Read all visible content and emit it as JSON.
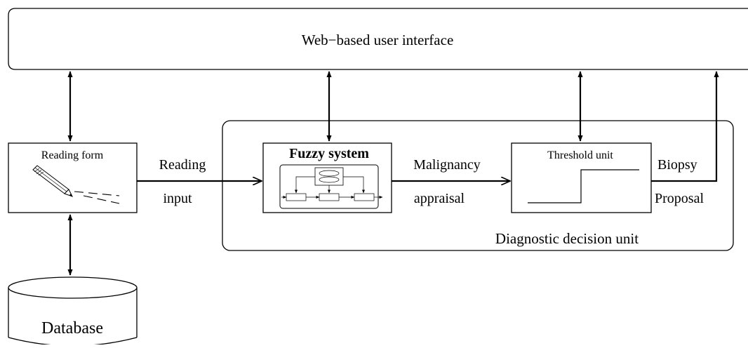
{
  "ui": {
    "title": "Web−based user interface"
  },
  "reading_form": {
    "title": "Reading form"
  },
  "database": {
    "label": "Database"
  },
  "fuzzy_system": {
    "title": "Fuzzy system"
  },
  "threshold_unit": {
    "title": "Threshold unit"
  },
  "decision_unit": {
    "label": "Diagnostic decision unit"
  },
  "edges": {
    "reading_input": {
      "line1": "Reading",
      "line2": "input"
    },
    "malignancy": {
      "line1": "Malignancy",
      "line2": "appraisal"
    },
    "biopsy": {
      "line1": "Biopsy",
      "line2": "Proposal"
    }
  }
}
